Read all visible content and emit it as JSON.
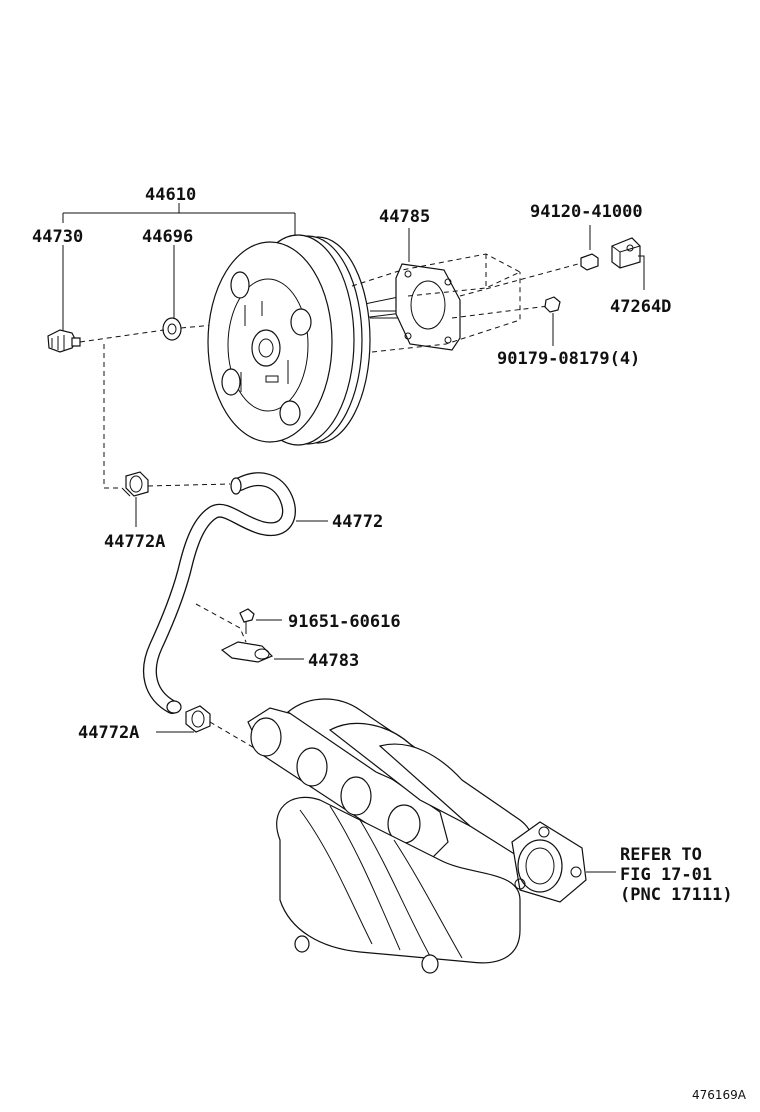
{
  "part_labels": {
    "booster_assembly": "44610",
    "check_valve": "44730",
    "grommet": "44696",
    "gasket": "44785",
    "clevis_pin": "94120-41000",
    "clevis": "47264D",
    "nut": "90179-08179(4)",
    "vacuum_hose": "44772",
    "hose_clamp_upper": "44772A",
    "hose_clamp_lower": "44772A",
    "bolt": "91651-60616",
    "hose_bracket": "44783"
  },
  "reference_note": [
    "REFER TO",
    "FIG 17-01",
    "(PNC 17111)"
  ],
  "figure_id": "476169A"
}
